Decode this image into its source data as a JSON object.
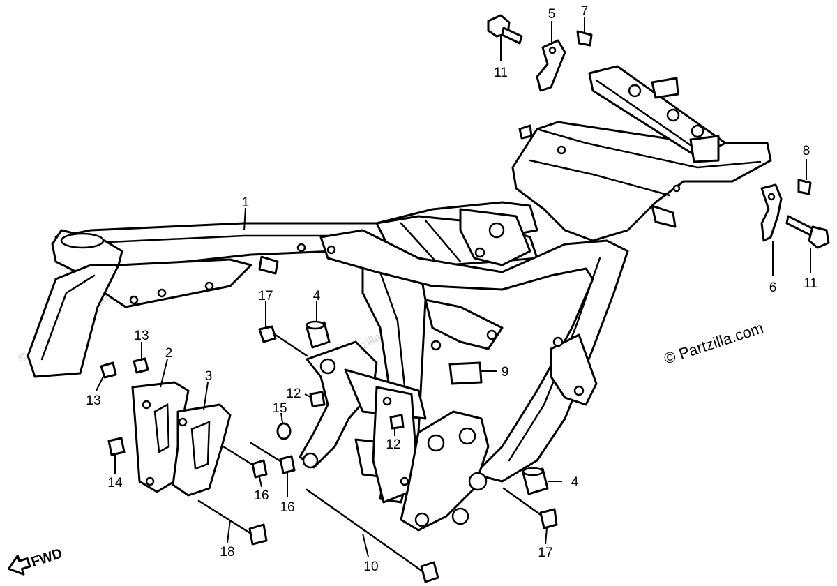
{
  "copyright": "© Partzilla.com",
  "watermark": "© Partzilla.com",
  "direction_label": "FWD",
  "callouts": [
    {
      "id": "c1",
      "text": "1"
    },
    {
      "id": "c2",
      "text": "2"
    },
    {
      "id": "c3",
      "text": "3"
    },
    {
      "id": "c4a",
      "text": "4"
    },
    {
      "id": "c4b",
      "text": "4"
    },
    {
      "id": "c5",
      "text": "5"
    },
    {
      "id": "c6",
      "text": "6"
    },
    {
      "id": "c7",
      "text": "7"
    },
    {
      "id": "c8",
      "text": "8"
    },
    {
      "id": "c9",
      "text": "9"
    },
    {
      "id": "c10",
      "text": "10"
    },
    {
      "id": "c11a",
      "text": "11"
    },
    {
      "id": "c11b",
      "text": "11"
    },
    {
      "id": "c12a",
      "text": "12"
    },
    {
      "id": "c12b",
      "text": "12"
    },
    {
      "id": "c13a",
      "text": "13"
    },
    {
      "id": "c13b",
      "text": "13"
    },
    {
      "id": "c14",
      "text": "14"
    },
    {
      "id": "c15",
      "text": "15"
    },
    {
      "id": "c16a",
      "text": "16"
    },
    {
      "id": "c16b",
      "text": "16"
    },
    {
      "id": "c17a",
      "text": "17"
    },
    {
      "id": "c17b",
      "text": "17"
    },
    {
      "id": "c18",
      "text": "18"
    }
  ]
}
